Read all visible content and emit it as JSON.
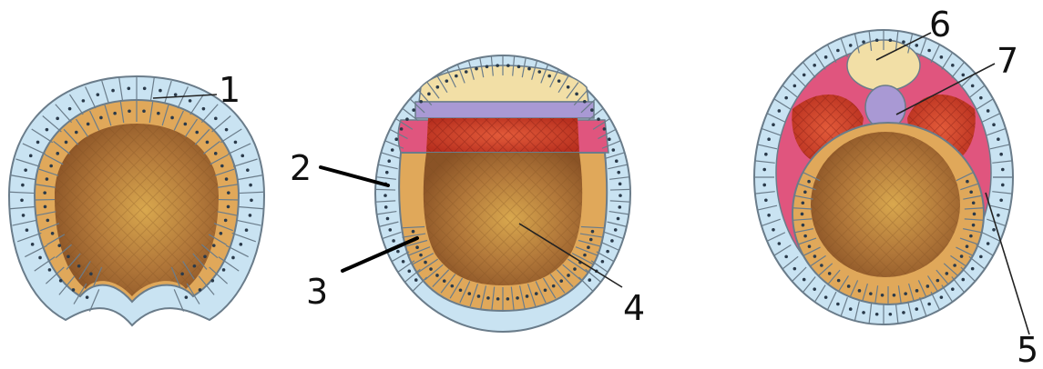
{
  "labels": {
    "l1": "1",
    "l2": "2",
    "l3": "3",
    "l4": "4",
    "l5": "5",
    "l6": "6",
    "l7": "7"
  },
  "colors": {
    "ectoderm": "#c9e3f2",
    "endoderm": "#e0a85a",
    "yolk": "#a8692e",
    "mesoderm_red": "#d8452e",
    "pink": "#e0557e",
    "lavender": "#a999d4",
    "cream": "#f2dfa6",
    "cell_outline": "#6a7c8a"
  }
}
